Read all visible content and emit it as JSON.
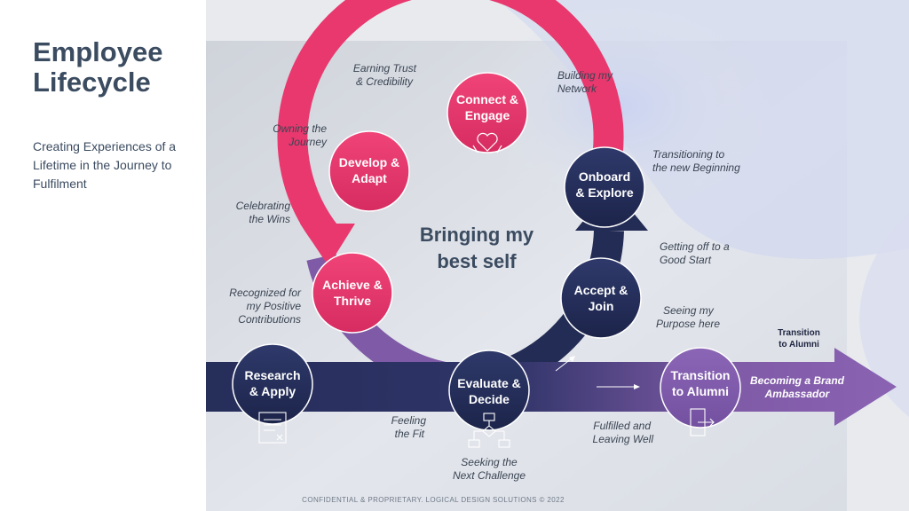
{
  "title_line1": "Employee",
  "title_line2": "Lifecycle",
  "subtitle": "Creating Experiences of a Lifetime in the Journey to Fulfilment",
  "center_line1": "Bringing my",
  "center_line2": "best self",
  "nodes": [
    {
      "line1": "Connect &",
      "line2": "Engage"
    },
    {
      "line1": "Develop &",
      "line2": "Adapt"
    },
    {
      "line1": "Onboard",
      "line2": "& Explore"
    },
    {
      "line1": "Accept &",
      "line2": "Join"
    },
    {
      "line1": "Achieve &",
      "line2": "Thrive"
    },
    {
      "line1": "Research",
      "line2": "& Apply"
    },
    {
      "line1": "Evaluate &",
      "line2": "Decide"
    },
    {
      "line1": "Transition",
      "line2": "to Alumni"
    }
  ],
  "notes": [
    {
      "line1": "Earning Trust",
      "line2": "& Credibility"
    },
    {
      "line1": "Building my",
      "line2": "Network"
    },
    {
      "line1": "Owning the",
      "line2": "Journey"
    },
    {
      "line1": "Transitioning to",
      "line2": "the new Beginning"
    },
    {
      "line1": "Celebrating",
      "line2": "the Wins"
    },
    {
      "line1": "Getting off to a",
      "line2": "Good Start"
    },
    {
      "line1": "Recognized for",
      "line2": "my Positive",
      "line3": "Contributions"
    },
    {
      "line1": "Seeing my",
      "line2": "Purpose here"
    },
    {
      "line1": "Feeling",
      "line2": "the Fit"
    },
    {
      "line1": "Fulfilled and",
      "line2": "Leaving Well"
    },
    {
      "line1": "Seeking the",
      "line2": "Next Challenge"
    },
    {
      "line1": "Becoming a Brand",
      "line2": "Ambassador"
    }
  ],
  "arrow_label_line1": "Transition",
  "arrow_label_line2": "to Alumni",
  "footer": "CONFIDENTIAL & PROPRIETARY. LOGICAL DESIGN SOLUTIONS © 2022",
  "colors": {
    "navy": "#232c55",
    "pink": "#e8386e",
    "purple": "#7f5aa6",
    "title": "#3b4b60"
  },
  "icons": [
    "heart-hands-icon",
    "document-icon",
    "flowchart-icon",
    "exit-door-icon"
  ]
}
